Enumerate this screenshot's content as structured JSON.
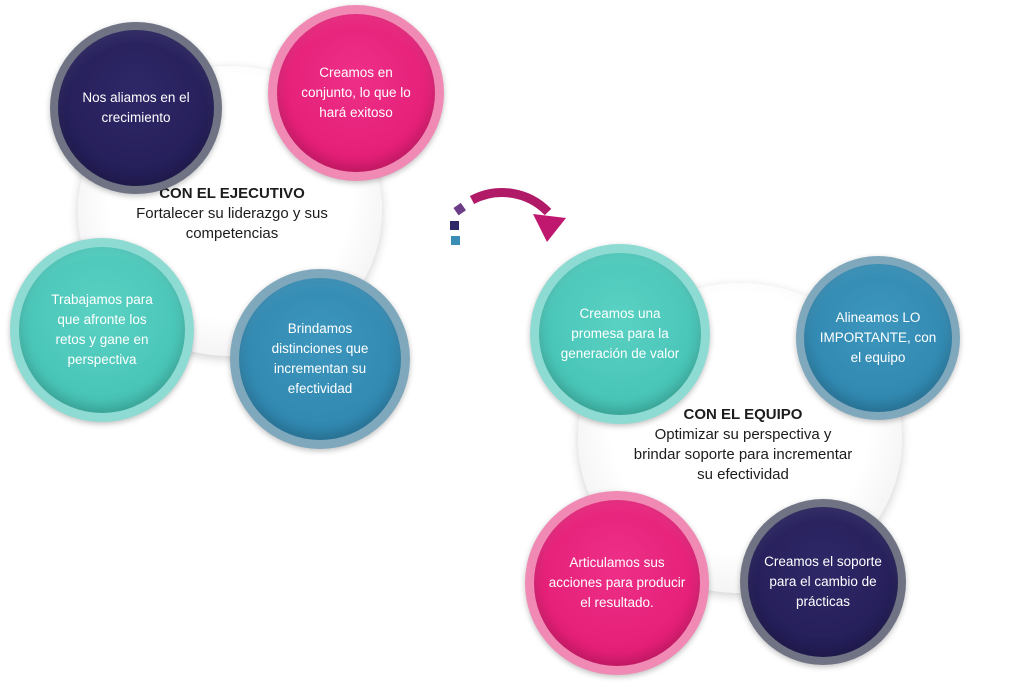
{
  "ejecutivo": {
    "title": "CON EL EJECUTIVO",
    "subtitle": "Fortalecer su liderazgo y sus competencias",
    "circles": {
      "top_left": "Nos aliamos en el crecimiento",
      "top_right": "Creamos en conjunto, lo que lo hará exitoso",
      "bottom_left": "Trabajamos para que afronte los retos y gane en perspectiva",
      "bottom_right": "Brindamos distinciones que incrementan su efectividad"
    }
  },
  "equipo": {
    "title": "CON EL EQUIPO",
    "subtitle": "Optimizar  su perspectiva y brindar soporte para incrementar su efectividad",
    "circles": {
      "top_left": "Creamos una promesa  para la generación de valor",
      "top_right": "Alineamos LO IMPORTANTE, con el equipo",
      "bottom_left": "Articulamos  sus acciones para producir el resultado.",
      "bottom_right": "Creamos el soporte para el cambio de prácticas"
    }
  },
  "colors": {
    "navy": "#201a52",
    "pink": "#e0176f",
    "teal": "#3fbfb1",
    "blue": "#2b82ab"
  }
}
